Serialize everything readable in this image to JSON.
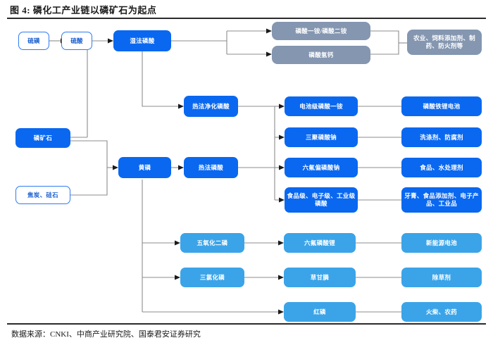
{
  "header": {
    "title": "图 4: 磷化工产业链以磷矿石为起点"
  },
  "footer": {
    "source": "数据来源：CNKI、中商产业研究院、国泰君安证券研究"
  },
  "colors": {
    "primary_blue": "#0a68f0",
    "light_blue": "#3ba4e8",
    "slate": "#8496b0",
    "outline_border": "#2f7bf0",
    "outline_text": "#1a5fd0",
    "connector": "#8c8c8c",
    "rule": "#2b2b2b"
  },
  "chart_data": {
    "type": "diagram",
    "title": "图 4: 磷化工产业链以磷矿石为起点",
    "nodes": [
      {
        "id": "sulfur",
        "label": "硫磺",
        "style": "outline"
      },
      {
        "id": "sulfuric-acid",
        "label": "硫酸",
        "style": "outline"
      },
      {
        "id": "wet-phosphoric",
        "label": "湿法磷酸",
        "style": "blue"
      },
      {
        "id": "map-dap",
        "label": "磷酸一铵/磷酸二铵",
        "style": "slate"
      },
      {
        "id": "dcp",
        "label": "磷酸氢钙",
        "style": "slate"
      },
      {
        "id": "agri-use",
        "label": "农业、饲料添加剂、制药、防火剂等",
        "style": "slate"
      },
      {
        "id": "phosphate-rock",
        "label": "磷矿石",
        "style": "blue"
      },
      {
        "id": "coke-silica",
        "label": "焦炭、硅石",
        "style": "outline"
      },
      {
        "id": "yellow-phosphorus",
        "label": "黄磷",
        "style": "blue"
      },
      {
        "id": "thermal-purified",
        "label": "热法净化磷酸",
        "style": "blue"
      },
      {
        "id": "thermal-acid",
        "label": "热法磷酸",
        "style": "blue"
      },
      {
        "id": "battery-map",
        "label": "电池级磷酸一铵",
        "style": "blue"
      },
      {
        "id": "stpp",
        "label": "三聚磷酸钠",
        "style": "blue"
      },
      {
        "id": "shmp",
        "label": "六氟偏磷酸钠",
        "style": "blue"
      },
      {
        "id": "grade-acid",
        "label": "食品级、电子级、工业级磷酸",
        "style": "blue"
      },
      {
        "id": "lfp-battery",
        "label": "磷酸铁锂电池",
        "style": "blue"
      },
      {
        "id": "detergent",
        "label": "洗涤剂、防腐剂",
        "style": "blue"
      },
      {
        "id": "food-water",
        "label": "食品、水处理剂",
        "style": "blue"
      },
      {
        "id": "toothpaste",
        "label": "牙膏、食品添加剂、电子产品、工业品",
        "style": "blue"
      },
      {
        "id": "p2o5",
        "label": "五氧化二磷",
        "style": "lightblue"
      },
      {
        "id": "lipf6",
        "label": "六氟磷酸锂",
        "style": "lightblue"
      },
      {
        "id": "new-energy",
        "label": "新能源电池",
        "style": "lightblue"
      },
      {
        "id": "pcl3",
        "label": "三氯化磷",
        "style": "lightblue"
      },
      {
        "id": "glyphosate",
        "label": "草甘膦",
        "style": "lightblue"
      },
      {
        "id": "herbicide",
        "label": "除草剂",
        "style": "lightblue"
      },
      {
        "id": "red-phosphorus",
        "label": "红磷",
        "style": "lightblue"
      },
      {
        "id": "match-pesticide",
        "label": "火柴、农药",
        "style": "lightblue"
      }
    ],
    "edges": [
      {
        "from": "sulfur",
        "to": "sulfuric-acid"
      },
      {
        "from": "sulfuric-acid",
        "to": "wet-phosphoric"
      },
      {
        "from": "phosphate-rock",
        "to": "wet-phosphoric"
      },
      {
        "from": "phosphate-rock",
        "to": "yellow-phosphorus"
      },
      {
        "from": "coke-silica",
        "to": "yellow-phosphorus"
      },
      {
        "from": "wet-phosphoric",
        "to": "map-dap"
      },
      {
        "from": "wet-phosphoric",
        "to": "dcp"
      },
      {
        "from": "wet-phosphoric",
        "to": "thermal-purified"
      },
      {
        "from": "map-dap",
        "to": "agri-use"
      },
      {
        "from": "dcp",
        "to": "agri-use"
      },
      {
        "from": "yellow-phosphorus",
        "to": "thermal-acid"
      },
      {
        "from": "yellow-phosphorus",
        "to": "p2o5"
      },
      {
        "from": "yellow-phosphorus",
        "to": "pcl3"
      },
      {
        "from": "yellow-phosphorus",
        "to": "red-phosphorus"
      },
      {
        "from": "thermal-purified",
        "to": "battery-map"
      },
      {
        "from": "thermal-purified",
        "to": "stpp"
      },
      {
        "from": "thermal-acid",
        "to": "shmp"
      },
      {
        "from": "thermal-acid",
        "to": "grade-acid"
      },
      {
        "from": "battery-map",
        "to": "lfp-battery"
      },
      {
        "from": "stpp",
        "to": "detergent"
      },
      {
        "from": "shmp",
        "to": "food-water"
      },
      {
        "from": "grade-acid",
        "to": "toothpaste"
      },
      {
        "from": "p2o5",
        "to": "lipf6"
      },
      {
        "from": "lipf6",
        "to": "new-energy"
      },
      {
        "from": "pcl3",
        "to": "glyphosate"
      },
      {
        "from": "glyphosate",
        "to": "herbicide"
      },
      {
        "from": "red-phosphorus",
        "to": "match-pesticide"
      }
    ]
  }
}
